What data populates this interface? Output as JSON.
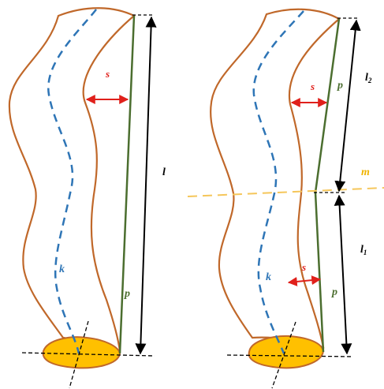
{
  "labels": {
    "s": "s",
    "k": "k",
    "p": "p",
    "l": "l",
    "l1": "l",
    "l1_sub": "1",
    "l2": "l",
    "l2_sub": "2",
    "m": "m"
  },
  "colors": {
    "outline": "#c0682a",
    "centerline": "#2e75b6",
    "chord": "#4b6e2f",
    "dimension": "#000000",
    "thickness_arrow": "#e0201b",
    "root_fill": "#ffc000",
    "m_line": "#f5c65a",
    "s_text": "#e0201b",
    "k_text": "#2e75b6",
    "p_text": "#4b6e2f",
    "m_text": "#f0b400"
  }
}
